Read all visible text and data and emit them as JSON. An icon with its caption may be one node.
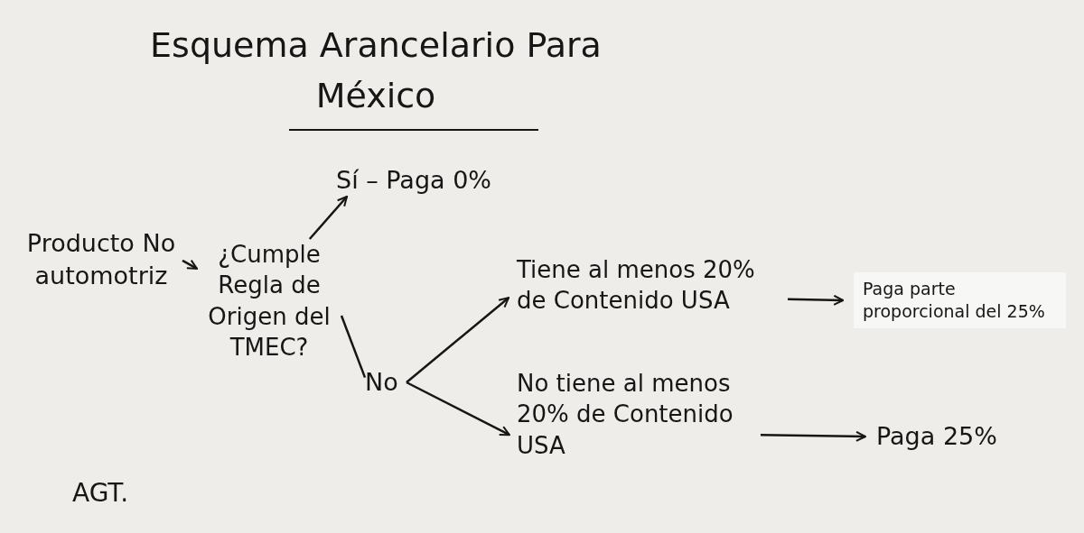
{
  "diagram": {
    "title": "Esquema Arancelario Para México",
    "nodes": [
      {
        "text": [
          "Producto No automotriz"
        ]
      },
      {
        "text": [
          "¿Cumple Regla de Origen del TMEC?"
        ]
      },
      {
        "text": [
          "Sí – Paga 0%"
        ]
      },
      {
        "text": [
          "No"
        ]
      },
      {
        "text": [
          "Tiene al menos 20% de Contenido USA"
        ]
      },
      {
        "text": [
          "No tiene al menos 20% de Contenido USA"
        ]
      },
      {
        "text": [
          "Paga parte proporcional del 25%"
        ]
      },
      {
        "text": [
          "Paga 25%"
        ]
      }
    ],
    "edges": [
      {
        "from": 0,
        "to": 1,
        "arrow": "to"
      },
      {
        "from": 1,
        "to": 2,
        "arrow": "to"
      },
      {
        "from": 1,
        "to": 3,
        "arrow": "none"
      },
      {
        "from": 3,
        "to": 4,
        "arrow": "to"
      },
      {
        "from": 3,
        "to": 5,
        "arrow": "to"
      },
      {
        "from": 4,
        "to": 6,
        "arrow": "to"
      },
      {
        "from": 5,
        "to": 7,
        "arrow": "to"
      }
    ],
    "labels": [
      "AGT."
    ]
  }
}
